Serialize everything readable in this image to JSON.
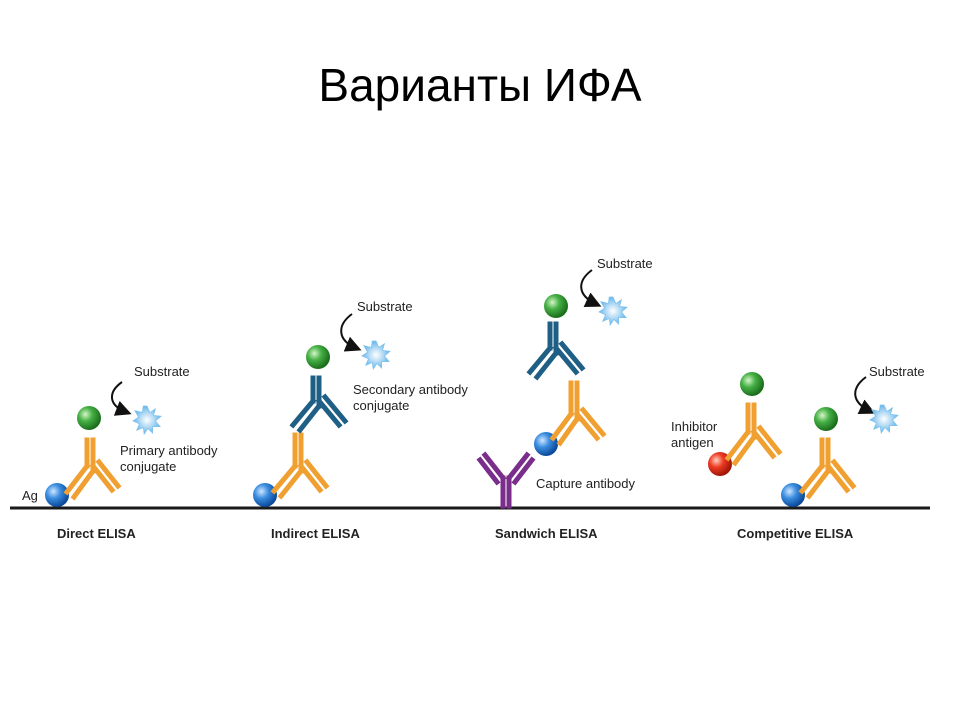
{
  "slide": {
    "title": "Варианты ИФА"
  },
  "labels": {
    "ag": "Ag",
    "substrate": "Substrate",
    "primary_line1": "Primary antibody",
    "primary_line2": "conjugate",
    "secondary_line1": "Secondary antibody",
    "secondary_line2": "conjugate",
    "capture": "Capture antibody",
    "inhibitor_line1": "Inhibitor",
    "inhibitor_line2": "antigen"
  },
  "panels": [
    {
      "caption": "Direct ELISA"
    },
    {
      "caption": "Indirect ELISA"
    },
    {
      "caption": "Sandwich ELISA"
    },
    {
      "caption": "Competitive ELISA"
    }
  ],
  "colors": {
    "primary_antibody": "#f0a030",
    "secondary_antibody": "#1f5f85",
    "capture_antibody": "#7b2d8b",
    "antigen": "#2f7fd0",
    "enzyme": "#3aa03a",
    "inhibitor": "#e03020",
    "substrate": "#66b8f0"
  }
}
